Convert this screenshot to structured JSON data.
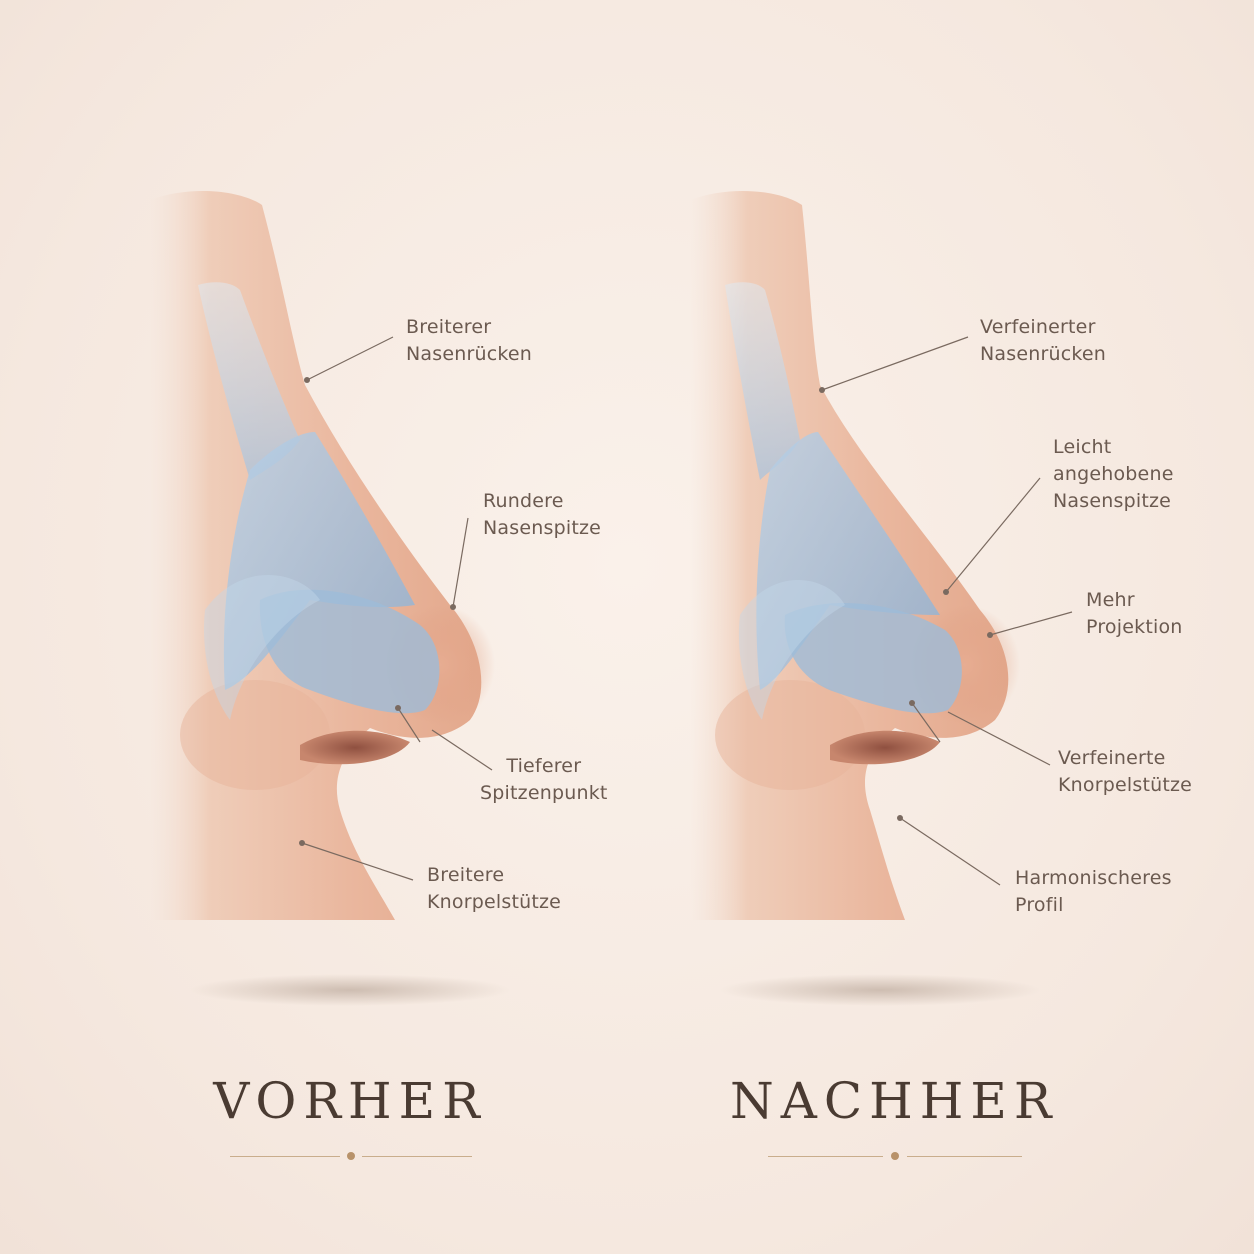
{
  "panels": [
    {
      "caption": "VORHER",
      "labels": [
        {
          "line1": "Breiterer",
          "line2": "Nasenrücken"
        },
        {
          "line1": "Rundere",
          "line2": "Nasenspitze"
        },
        {
          "line1": "Tieferer",
          "line2": "Spitzenpunkt"
        },
        {
          "line1": "Breitere",
          "line2": "Knorpelstütze"
        }
      ]
    },
    {
      "caption": "NACHHER",
      "labels": [
        {
          "line1": "Verfeinerter",
          "line2": "Nasenrücken"
        },
        {
          "line1": "Leicht",
          "line2": "angehobene",
          "line3": "Nasenspitze"
        },
        {
          "line1": "Mehr",
          "line2": "Projektion"
        },
        {
          "line1": "Verfeinerte",
          "line2": "Knorpelstütze"
        },
        {
          "line1": "Harmonischeres",
          "line2": "Profil"
        }
      ]
    }
  ],
  "colors": {
    "background": "#f6ebe3",
    "skin": "#e9b9a0",
    "cartilage": "#a9c3dd",
    "text": "#6b5a50",
    "caption": "#4a3b32",
    "accent": "#b8926a"
  }
}
